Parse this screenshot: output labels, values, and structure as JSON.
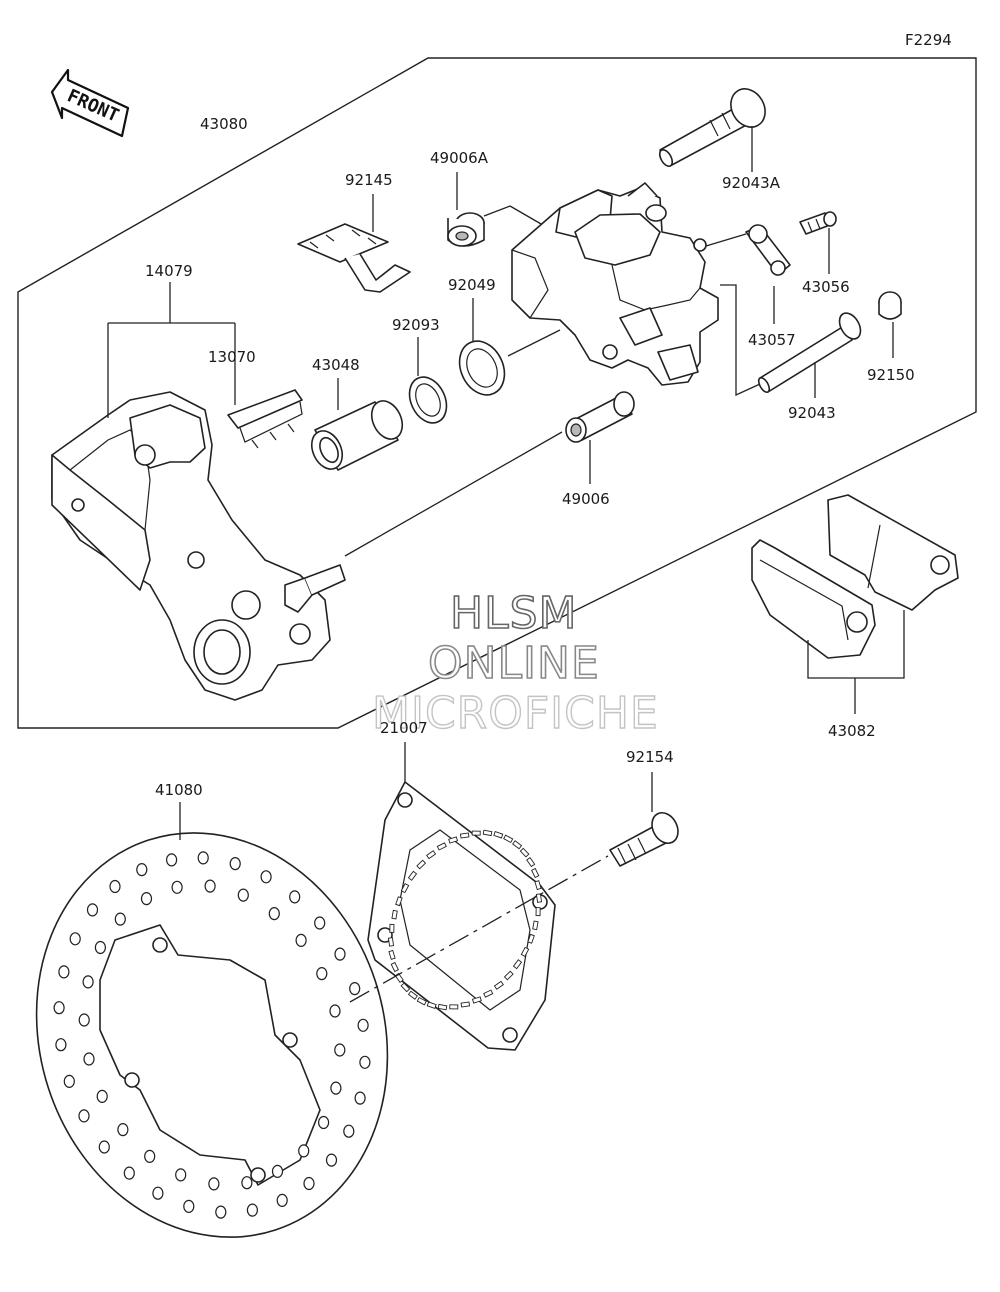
{
  "figure_code": "F2294",
  "front_label": "FRONT",
  "watermark": {
    "line1": "HLSM",
    "line2": "ONLINE",
    "line3": "MICROFICHE"
  },
  "parts": {
    "p43080": "43080",
    "p92145": "92145",
    "p49006A": "49006A",
    "p92043A": "92043A",
    "p14079": "14079",
    "p13070": "13070",
    "p43048": "43048",
    "p92093": "92093",
    "p92049": "92049",
    "p43056": "43056",
    "p43057": "43057",
    "p92150": "92150",
    "p92043": "92043",
    "p49006": "49006",
    "p43082": "43082",
    "p21007": "21007",
    "p92154": "92154",
    "p41080": "41080"
  }
}
